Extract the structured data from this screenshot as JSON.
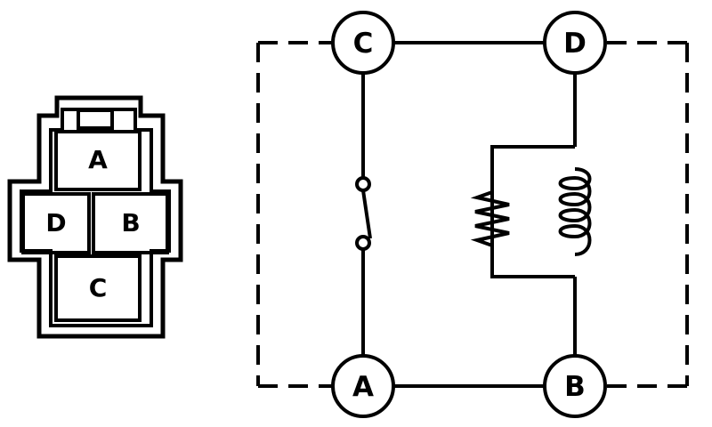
{
  "connector": {
    "pins": [
      "A",
      "D",
      "B",
      "C"
    ]
  },
  "schematic": {
    "terminals": {
      "top_left": "C",
      "top_right": "D",
      "bottom_left": "A",
      "bottom_right": "B"
    }
  },
  "colors": {
    "ink": "#000000",
    "paper": "#ffffff"
  }
}
